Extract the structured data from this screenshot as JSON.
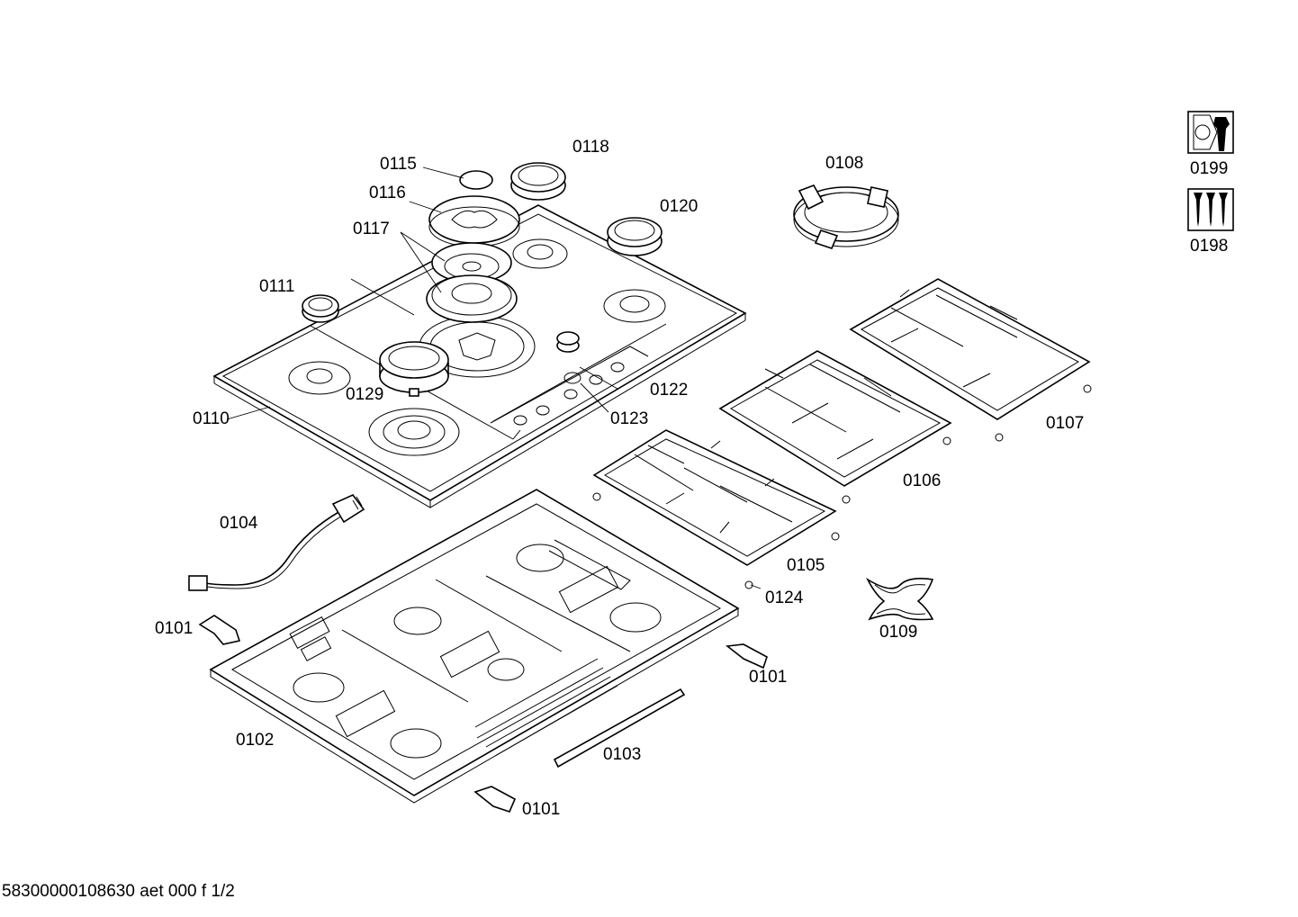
{
  "labels": {
    "p0115": "0115",
    "p0116": "0116",
    "p0117": "0117",
    "p0118": "0118",
    "p0120": "0120",
    "p0108": "0108",
    "p0111": "0111",
    "p0129": "0129",
    "p0110": "0110",
    "p0122": "0122",
    "p0123": "0123",
    "p0107": "0107",
    "p0106": "0106",
    "p0105": "0105",
    "p0124": "0124",
    "p0109": "0109",
    "p0104": "0104",
    "p0101a": "0101",
    "p0101b": "0101",
    "p0101c": "0101",
    "p0102": "0102",
    "p0103": "0103",
    "p0199": "0199",
    "p0198": "0198"
  },
  "footer": {
    "doc_id": "58300000108630 aet 000 f 1/2"
  },
  "icons": {
    "service_icon": "nut-and-wrench-icon",
    "screw_icon": "screws-icon"
  }
}
